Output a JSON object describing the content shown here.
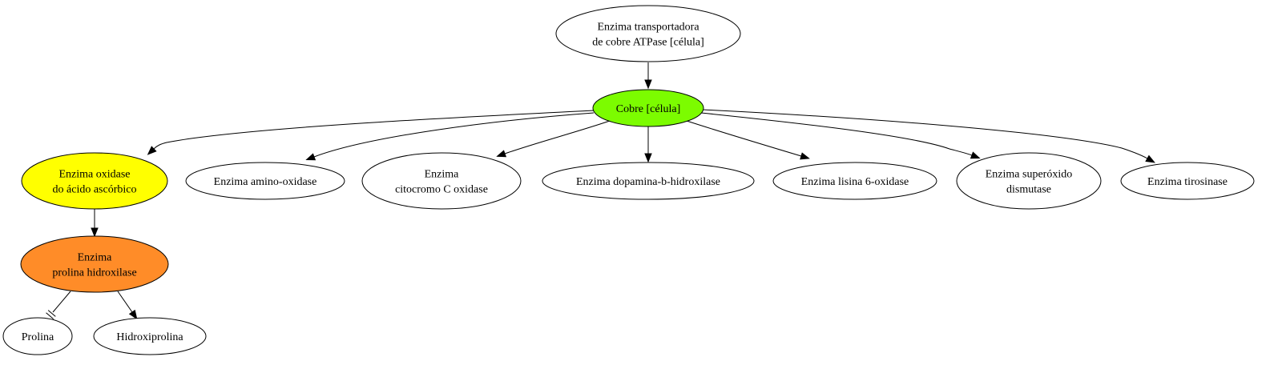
{
  "diagram": {
    "nodes": [
      {
        "id": "n_transp",
        "lines": [
          "Enzima transportadora",
          "de cobre ATPase [célula]"
        ],
        "fill": "#ffffff"
      },
      {
        "id": "n_cobre",
        "lines": [
          "Cobre [célula]"
        ],
        "fill": "#7cfc00"
      },
      {
        "id": "n_ascorbico",
        "lines": [
          "Enzima oxidase",
          "do ácido ascórbico"
        ],
        "fill": "#ffff00"
      },
      {
        "id": "n_amino",
        "lines": [
          "Enzima amino-oxidase"
        ],
        "fill": "#ffffff"
      },
      {
        "id": "n_citocromo",
        "lines": [
          "Enzima",
          "citocromo C oxidase"
        ],
        "fill": "#ffffff"
      },
      {
        "id": "n_dopamina",
        "lines": [
          "Enzima dopamina-b-hidroxilase"
        ],
        "fill": "#ffffff"
      },
      {
        "id": "n_lisina",
        "lines": [
          "Enzima lisina 6-oxidase"
        ],
        "fill": "#ffffff"
      },
      {
        "id": "n_superoxido",
        "lines": [
          "Enzima superóxido",
          "dismutase"
        ],
        "fill": "#ffffff"
      },
      {
        "id": "n_tirosinase",
        "lines": [
          "Enzima tirosinase"
        ],
        "fill": "#ffffff"
      },
      {
        "id": "n_prolina_hidrox",
        "lines": [
          "Enzima",
          "prolina hidroxilase"
        ],
        "fill": "#ff8c28"
      },
      {
        "id": "n_prolina",
        "lines": [
          "Prolina"
        ],
        "fill": "#ffffff"
      },
      {
        "id": "n_hidroxiprolina",
        "lines": [
          "Hidroxiprolina"
        ],
        "fill": "#ffffff"
      }
    ],
    "edges": [
      {
        "from": "n_transp",
        "to": "n_cobre",
        "arrowhead": "normal"
      },
      {
        "from": "n_cobre",
        "to": "n_ascorbico",
        "arrowhead": "normal"
      },
      {
        "from": "n_cobre",
        "to": "n_amino",
        "arrowhead": "normal"
      },
      {
        "from": "n_cobre",
        "to": "n_citocromo",
        "arrowhead": "normal"
      },
      {
        "from": "n_cobre",
        "to": "n_dopamina",
        "arrowhead": "normal"
      },
      {
        "from": "n_cobre",
        "to": "n_lisina",
        "arrowhead": "normal"
      },
      {
        "from": "n_cobre",
        "to": "n_superoxido",
        "arrowhead": "normal"
      },
      {
        "from": "n_cobre",
        "to": "n_tirosinase",
        "arrowhead": "normal"
      },
      {
        "from": "n_ascorbico",
        "to": "n_prolina_hidrox",
        "arrowhead": "normal"
      },
      {
        "from": "n_prolina_hidrox",
        "to": "n_prolina",
        "arrowhead": "tee"
      },
      {
        "from": "n_prolina_hidrox",
        "to": "n_hidroxiprolina",
        "arrowhead": "normal"
      }
    ]
  }
}
